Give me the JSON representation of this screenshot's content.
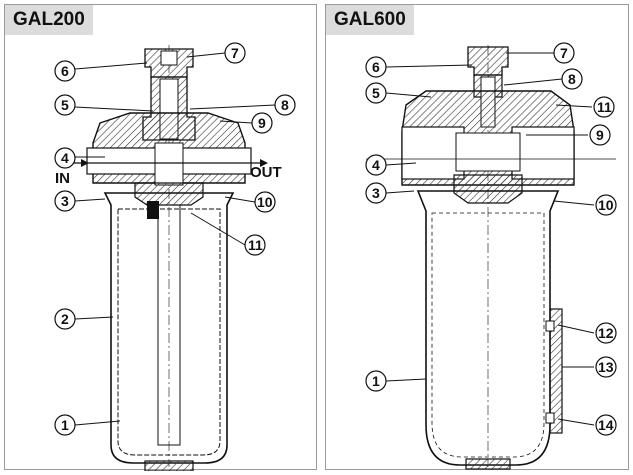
{
  "panels": [
    {
      "title": "GAL200",
      "port_in": "IN",
      "port_out": "OUT",
      "callouts": [
        "1",
        "2",
        "3",
        "4",
        "5",
        "6",
        "7",
        "8",
        "9",
        "10",
        "11"
      ]
    },
    {
      "title": "GAL600",
      "callouts": [
        "1",
        "3",
        "4",
        "5",
        "6",
        "7",
        "8",
        "9",
        "10",
        "11",
        "12",
        "13",
        "14"
      ]
    }
  ],
  "colors": {
    "line": "#111111",
    "hatch": "#333333",
    "panel_border": "#9a9a9a",
    "title_bg": "#dcdcdc"
  }
}
